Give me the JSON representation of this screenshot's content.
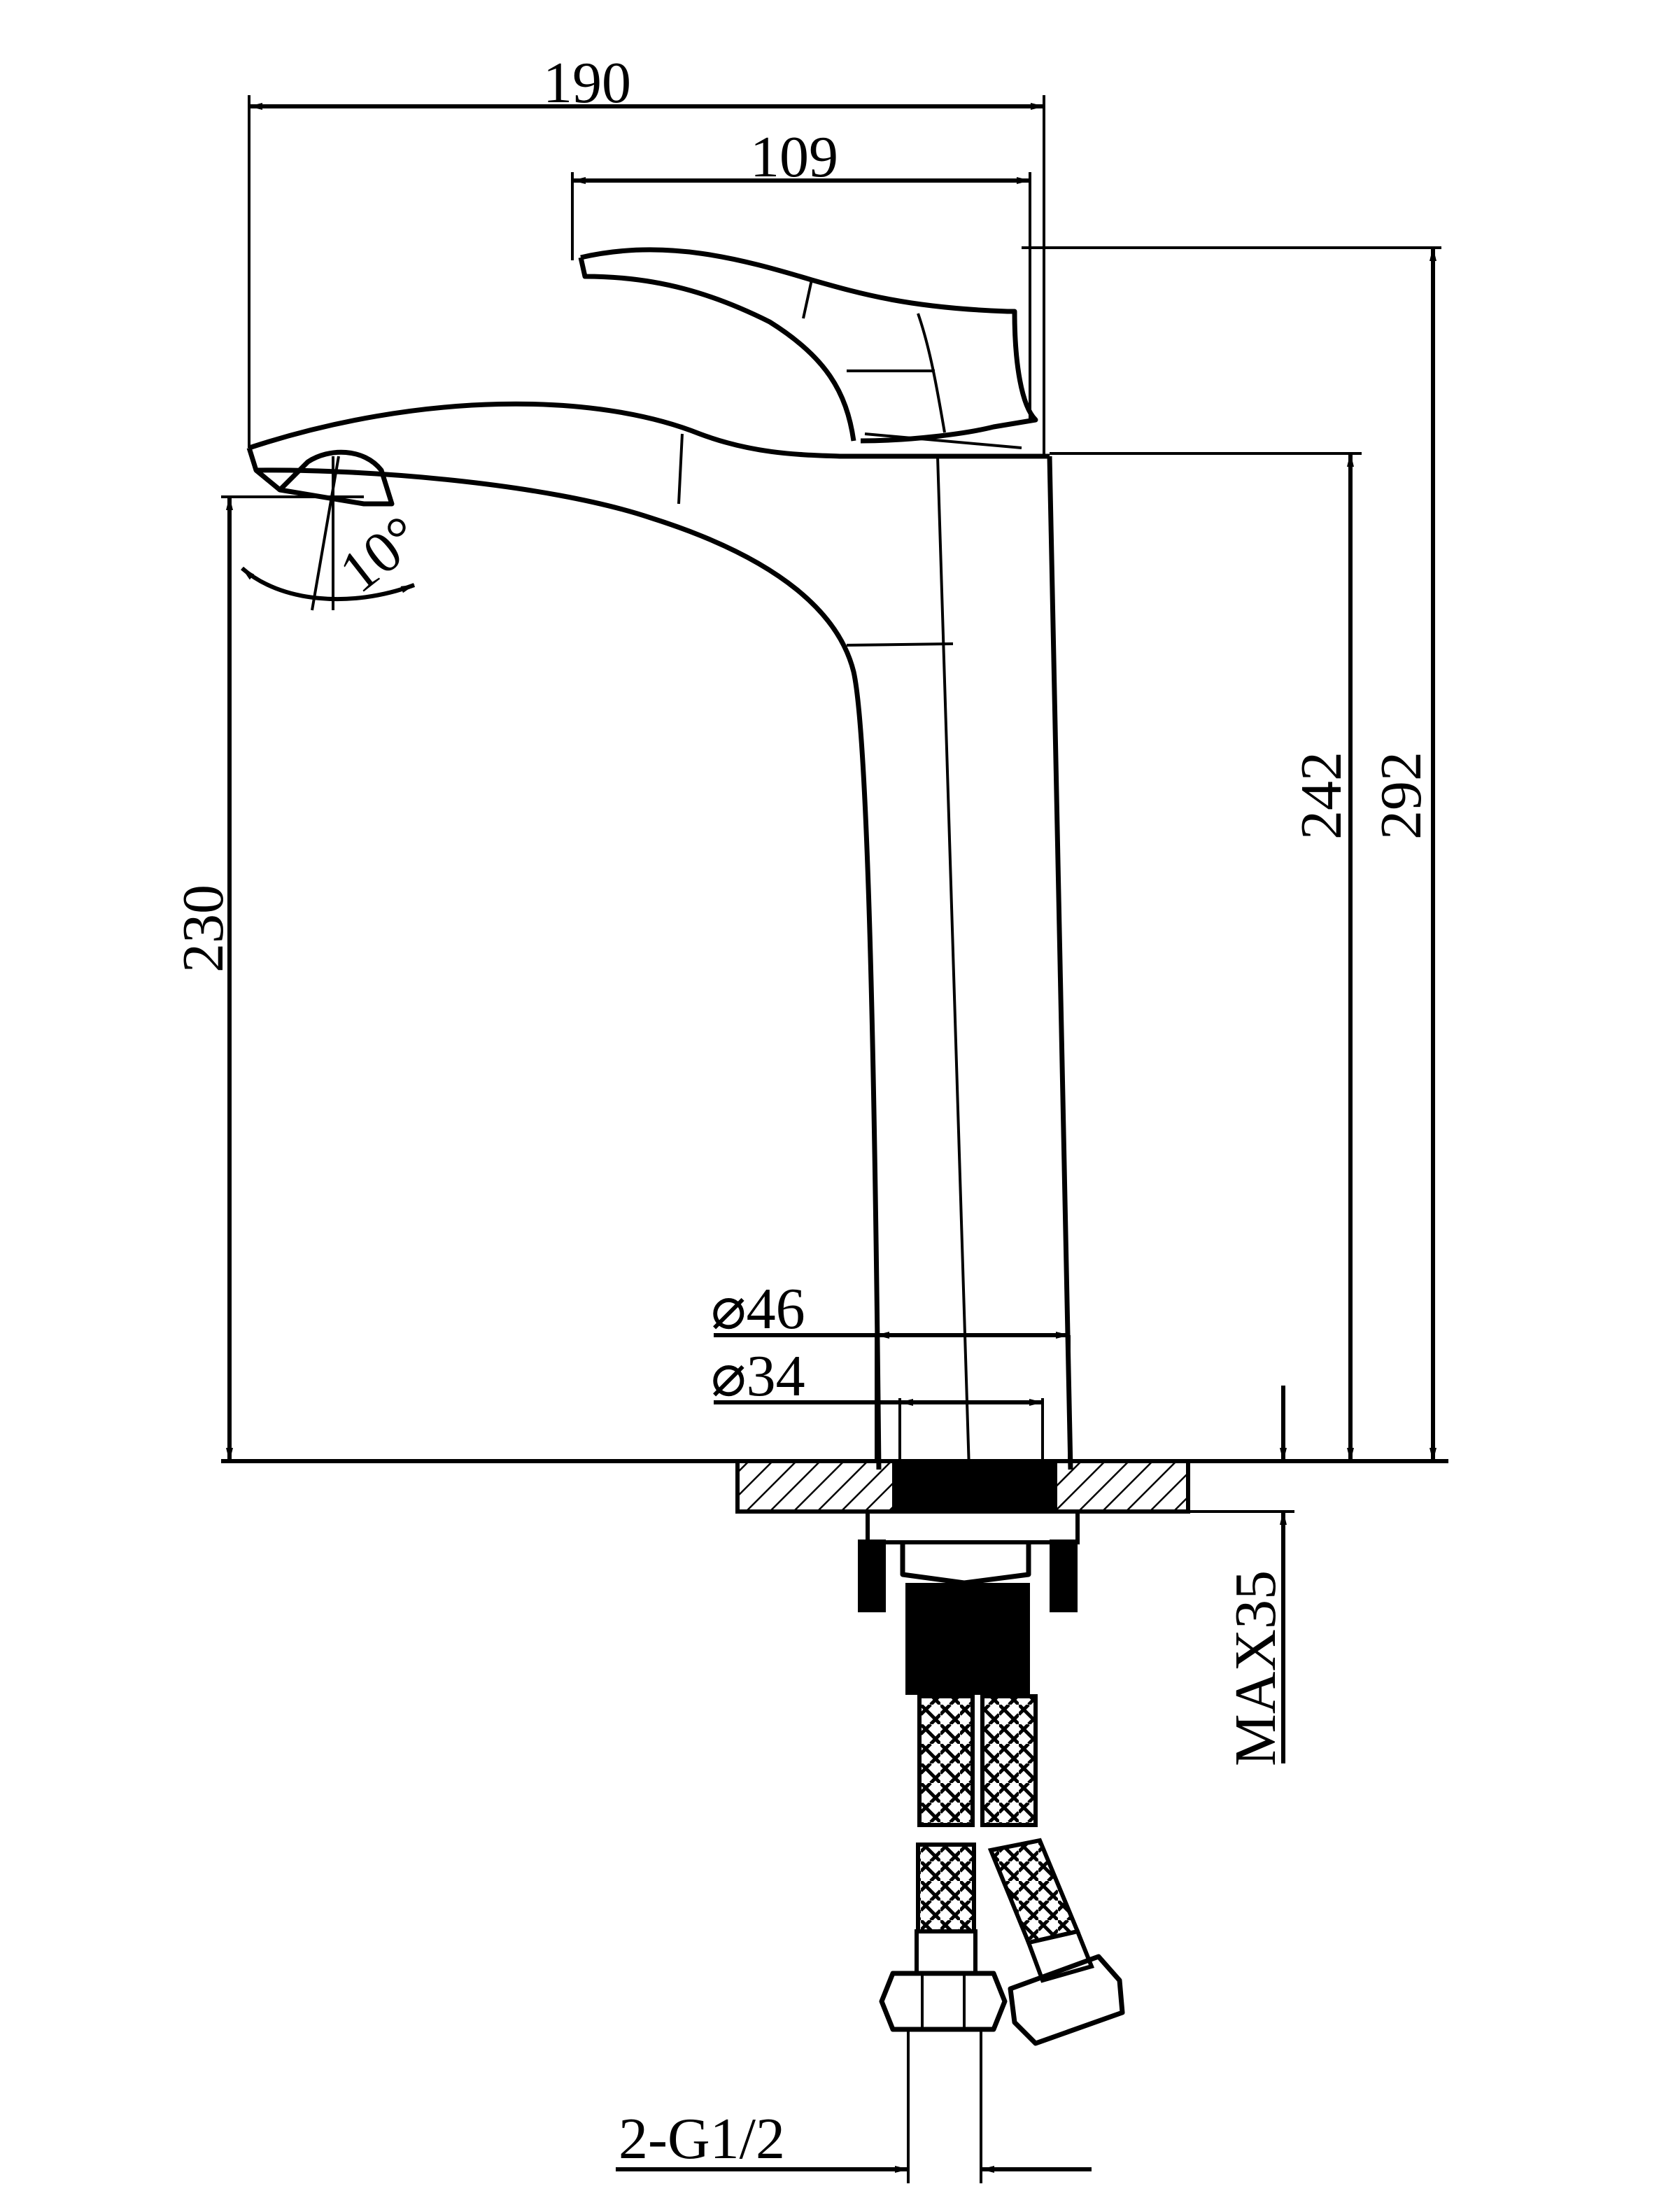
{
  "dimensions": {
    "overall_width": "190",
    "handle_width": "109",
    "total_height": "292",
    "spout_height": "242",
    "outlet_height": "230",
    "tilt_angle": "10°",
    "base_diameter": "⌀46",
    "shank_diameter": "⌀34",
    "max_deck_thickness": "MAX35",
    "hose_connection": "2-G1/2"
  },
  "colors": {
    "ink": "#000000",
    "paper": "#ffffff"
  }
}
